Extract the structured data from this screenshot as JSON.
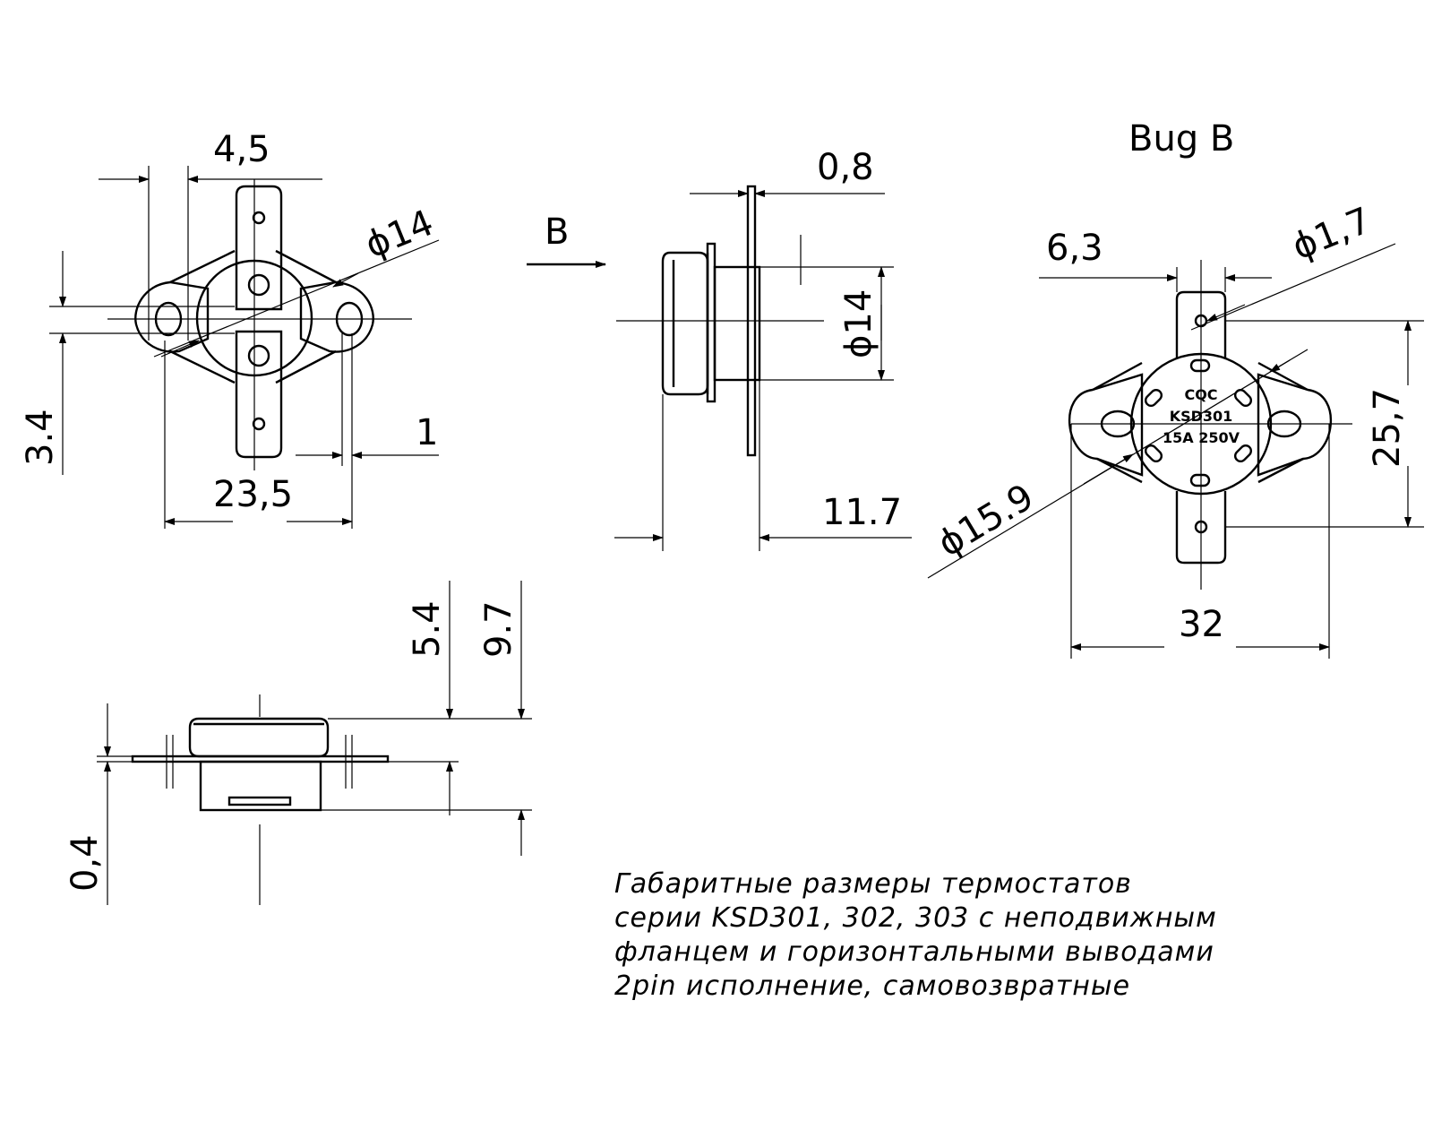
{
  "dimensions": {
    "d4_5": "4,5",
    "phi14": "ϕ14",
    "d3_4": "3.4",
    "d1": "1",
    "d23_5": "23,5",
    "b_label": "B",
    "d0_8": "0,8",
    "phi14_side": "ϕ14",
    "d11_7": "11.7",
    "view_title": "Bug B",
    "d6_3": "6,3",
    "phi1_7": "ϕ1,7",
    "d25_7": "25,7",
    "phi15_9": "ϕ15.9",
    "d32": "32",
    "d5_4": "5.4",
    "d9_7": "9.7",
    "d0_4": "0,4"
  },
  "marking": {
    "line1": "CQC",
    "line2": "KSD301",
    "line3": "15A  250V"
  },
  "caption": {
    "line1": "Габаритные размеры термостатов",
    "line2": "серии KSD301, 302, 303 с неподвижным",
    "line3": "фланцем и горизонтальными выводами",
    "line4": "2pin исполнение, самовозвратные"
  }
}
